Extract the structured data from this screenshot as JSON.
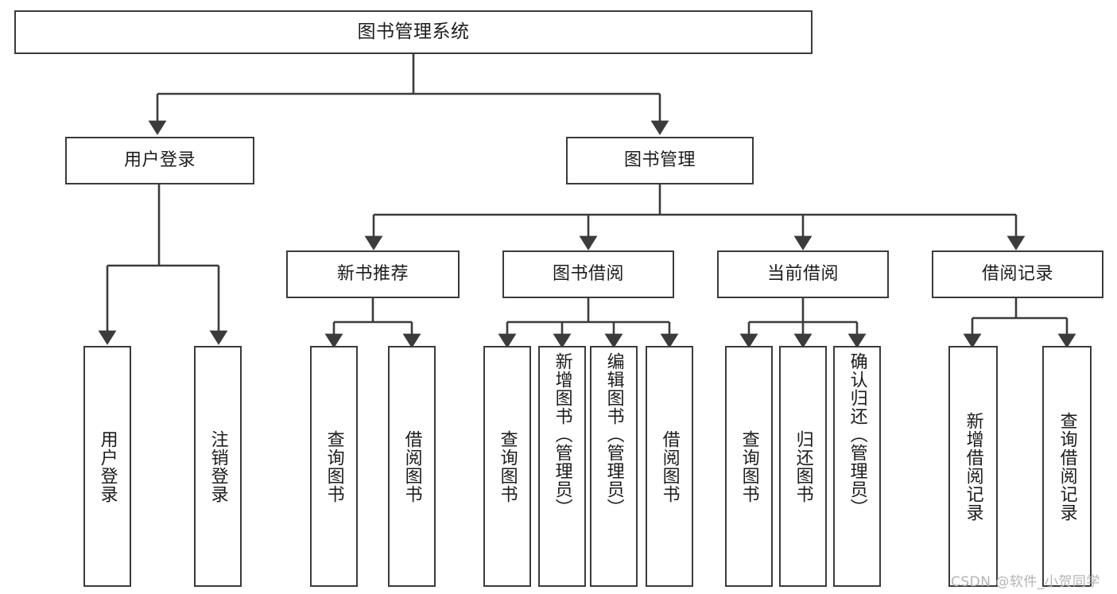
{
  "diagram": {
    "type": "tree-hierarchy",
    "title": "图书管理系统",
    "watermark": "CSDN @软件_小贺同学",
    "colors": {
      "box_border": "#3b3b3b",
      "box_fill": "#ffffff",
      "edge": "#3b3b3b",
      "text": "#1c1c1c",
      "watermark": "#b4b4b4",
      "background": "#ffffff"
    },
    "root": {
      "id": "root",
      "label": "图书管理系统"
    },
    "level2": [
      {
        "id": "user-login",
        "label": "用户登录"
      },
      {
        "id": "book-management",
        "label": "图书管理"
      }
    ],
    "level3": [
      {
        "id": "new-book-recommend",
        "label": "新书推荐",
        "parent": "book-management"
      },
      {
        "id": "book-borrow",
        "label": "图书借阅",
        "parent": "book-management"
      },
      {
        "id": "current-borrow",
        "label": "当前借阅",
        "parent": "book-management"
      },
      {
        "id": "borrow-record",
        "label": "借阅记录",
        "parent": "book-management"
      }
    ],
    "leaves": [
      {
        "id": "leaf-user-login",
        "label": "用户登录",
        "parent": "user-login"
      },
      {
        "id": "leaf-logout-login",
        "label": "注销登录",
        "parent": "user-login"
      },
      {
        "id": "leaf-query-book-1",
        "label": "查询图书",
        "parent": "new-book-recommend"
      },
      {
        "id": "leaf-borrow-book-1",
        "label": "借阅图书",
        "parent": "new-book-recommend"
      },
      {
        "id": "leaf-query-book-2",
        "label": "查询图书",
        "parent": "book-borrow"
      },
      {
        "id": "leaf-add-book",
        "label": "新增图书（管理员）",
        "parent": "book-borrow"
      },
      {
        "id": "leaf-edit-book",
        "label": "编辑图书（管理员）",
        "parent": "book-borrow"
      },
      {
        "id": "leaf-borrow-book-2",
        "label": "借阅图书",
        "parent": "book-borrow"
      },
      {
        "id": "leaf-query-book-3",
        "label": "查询图书",
        "parent": "current-borrow"
      },
      {
        "id": "leaf-return-book",
        "label": "归还图书",
        "parent": "current-borrow"
      },
      {
        "id": "leaf-confirm-return",
        "label": "确认归还（管理员）",
        "parent": "current-borrow"
      },
      {
        "id": "leaf-add-borrow-record",
        "label": "新增借阅记录",
        "parent": "borrow-record"
      },
      {
        "id": "leaf-query-borrow-record",
        "label": "查询借阅记录",
        "parent": "borrow-record"
      }
    ]
  }
}
